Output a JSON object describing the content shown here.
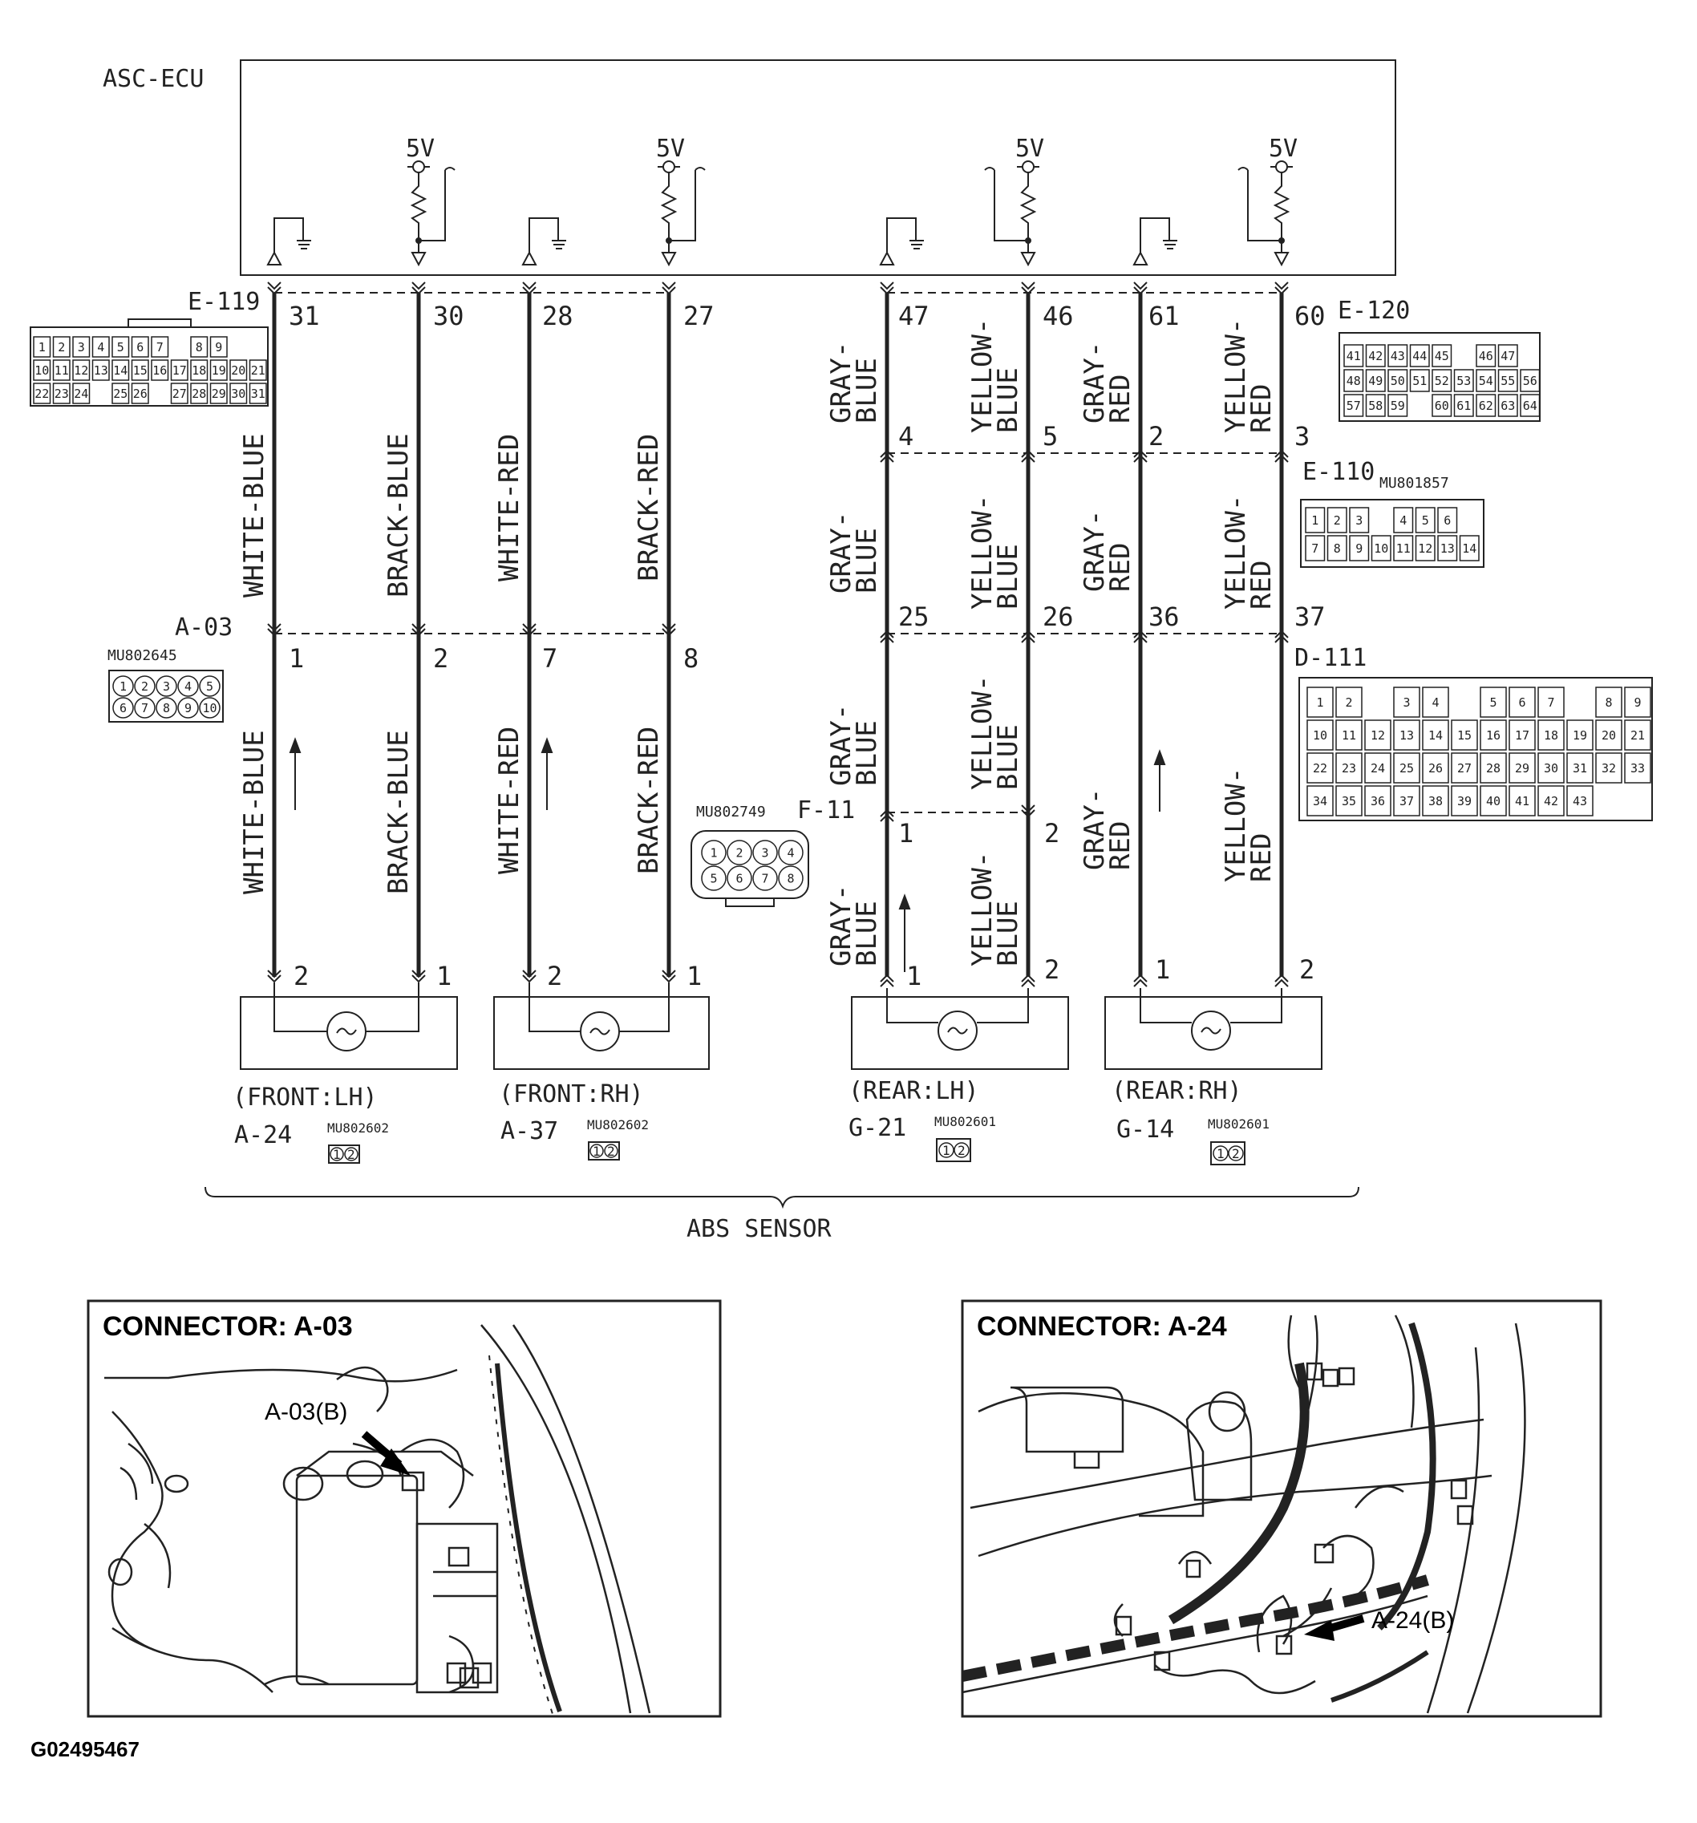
{
  "ecu": {
    "label": "ASC-ECU",
    "supply_label": "5V"
  },
  "connectors": {
    "e119": {
      "label": "E-119",
      "pins_row1": [
        "1",
        "2",
        "3",
        "4",
        "5",
        "6",
        "7",
        "",
        "8",
        "9"
      ],
      "pins_row2": [
        "10",
        "11",
        "12",
        "13",
        "14",
        "15",
        "16",
        "17",
        "18",
        "19",
        "20",
        "21"
      ],
      "pins_row3": [
        "22",
        "23",
        "24",
        "",
        "25",
        "26",
        "",
        "27",
        "28",
        "29",
        "30",
        "31"
      ]
    },
    "e120": {
      "label": "E-120",
      "pins_row1": [
        "41",
        "42",
        "43",
        "44",
        "45",
        "",
        "46",
        "47"
      ],
      "pins_row2": [
        "48",
        "49",
        "50",
        "51",
        "52",
        "53",
        "54",
        "55",
        "56"
      ],
      "pins_row3": [
        "57",
        "58",
        "59",
        "",
        "60",
        "61",
        "62",
        "63",
        "64"
      ]
    },
    "e110": {
      "label": "E-110",
      "part": "MU801857",
      "pins_row1": [
        "1",
        "2",
        "3",
        "",
        "4",
        "5",
        "6"
      ],
      "pins_row2": [
        "7",
        "8",
        "9",
        "10",
        "11",
        "12",
        "13",
        "14"
      ]
    },
    "a03": {
      "label": "A-03",
      "part": "MU802645",
      "pins_row1": [
        "1",
        "2",
        "3",
        "4",
        "5"
      ],
      "pins_row2": [
        "6",
        "7",
        "8",
        "9",
        "10"
      ]
    },
    "f11": {
      "label": "F-11",
      "part": "MU802749",
      "pins_row1": [
        "1",
        "2",
        "3",
        "4"
      ],
      "pins_row2": [
        "5",
        "6",
        "7",
        "8"
      ]
    },
    "d111": {
      "label": "D-111",
      "pins_row1": [
        "1",
        "2",
        "",
        "3",
        "4",
        "",
        "5",
        "6",
        "7",
        "",
        "8",
        "9"
      ],
      "pins_row2": [
        "10",
        "11",
        "12",
        "13",
        "14",
        "15",
        "16",
        "17",
        "18",
        "19",
        "20",
        "21"
      ],
      "pins_row3": [
        "22",
        "23",
        "24",
        "25",
        "26",
        "27",
        "28",
        "29",
        "30",
        "31",
        "32",
        "33"
      ],
      "pins_row4": [
        "34",
        "35",
        "36",
        "37",
        "38",
        "39",
        "40",
        "41",
        "42",
        "43"
      ]
    }
  },
  "ecu_pins": [
    "31",
    "30",
    "28",
    "27",
    "47",
    "46",
    "61",
    "60"
  ],
  "mid_pins_left": [
    "1",
    "2",
    "7",
    "8"
  ],
  "e110_pins": [
    "4",
    "5",
    "2",
    "3"
  ],
  "d111_pins": [
    "25",
    "26",
    "36",
    "37"
  ],
  "f11_pins": [
    "1",
    "2"
  ],
  "wire_labels": {
    "w1": "WHITE-BLUE",
    "w2": "BRACK-BLUE",
    "w3": "WHITE-RED",
    "w4": "BRACK-RED",
    "gray_blue_1": "GRAY-",
    "gray_blue_2": "BLUE",
    "yellow_blue_1": "YELLOW-",
    "yellow_blue_2": "BLUE",
    "gray_red_1": "GRAY-",
    "gray_red_2": "RED",
    "yellow_red_1": "YELLOW-",
    "yellow_red_2": "RED"
  },
  "sensors": [
    {
      "pos": "(FRONT:LH)",
      "conn": "A-24",
      "part": "MU802602",
      "pin_a": "2",
      "pin_b": "1"
    },
    {
      "pos": "(FRONT:RH)",
      "conn": "A-37",
      "part": "MU802602",
      "pin_a": "2",
      "pin_b": "1"
    },
    {
      "pos": "(REAR:LH)",
      "conn": "G-21",
      "part": "MU802601",
      "pin_a": "1",
      "pin_b": "2"
    },
    {
      "pos": "(REAR:RH)",
      "conn": "G-14",
      "part": "MU802601",
      "pin_a": "1",
      "pin_b": "2"
    }
  ],
  "sensor_pin_nums": [
    "1",
    "2"
  ],
  "abs_sensor_label": "ABS SENSOR",
  "photos": [
    {
      "title": "CONNECTOR: A-03",
      "callout": "A-03(B)"
    },
    {
      "title": "CONNECTOR: A-24",
      "callout": "A-24(B)"
    }
  ],
  "figure_id": "G02495467"
}
